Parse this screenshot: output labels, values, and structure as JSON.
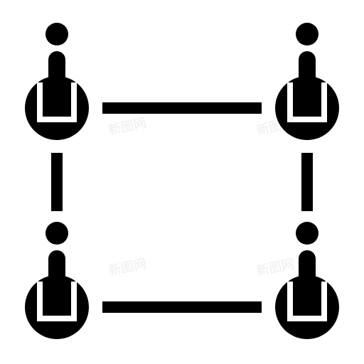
{
  "icon": {
    "name": "team-network-icon",
    "fill_color": "#000000",
    "background_color": "#ffffff",
    "people": [
      {
        "name": "person-top-left"
      },
      {
        "name": "person-top-right"
      },
      {
        "name": "person-bottom-left"
      },
      {
        "name": "person-bottom-right"
      }
    ],
    "connectors": [
      {
        "name": "connector-top"
      },
      {
        "name": "connector-bottom"
      },
      {
        "name": "connector-left"
      },
      {
        "name": "connector-right"
      }
    ]
  },
  "watermark": {
    "text": "新图网"
  }
}
